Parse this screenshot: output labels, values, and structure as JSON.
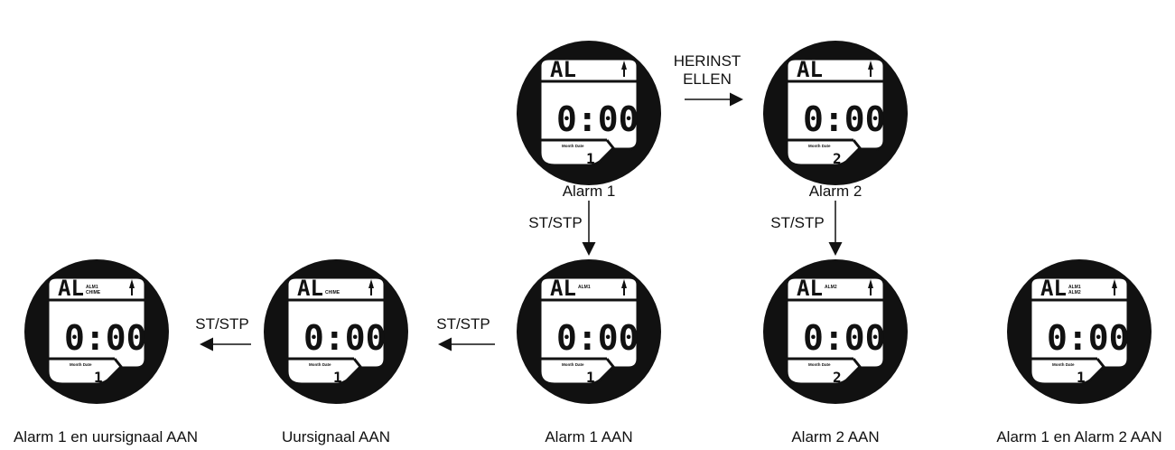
{
  "watches": [
    {
      "id": "alarm1",
      "caption": "Alarm 1",
      "mode": "AL",
      "indicator_top": "",
      "indicator_bottom": "",
      "time": "0:00",
      "subtitle": "Month Date",
      "number": "1"
    },
    {
      "id": "alarm2",
      "caption": "Alarm 2",
      "mode": "AL",
      "indicator_top": "",
      "indicator_bottom": "",
      "time": "0:00",
      "subtitle": "Month Date",
      "number": "2"
    },
    {
      "id": "alarm1-chime",
      "caption": "Alarm 1 en uursignaal AAN",
      "mode": "AL",
      "indicator_top": "ALM1",
      "indicator_bottom": "CHIME",
      "time": "0:00",
      "subtitle": "Month Date",
      "number": "1"
    },
    {
      "id": "chime",
      "caption": "Uursignaal AAN",
      "mode": "AL",
      "indicator_top": "",
      "indicator_bottom": "CHIME",
      "time": "0:00",
      "subtitle": "Month Date",
      "number": "1"
    },
    {
      "id": "alarm1-on",
      "caption": "Alarm 1 AAN",
      "mode": "AL",
      "indicator_top": "ALM1",
      "indicator_bottom": "",
      "time": "0:00",
      "subtitle": "Month Date",
      "number": "1"
    },
    {
      "id": "alarm2-on",
      "caption": "Alarm 2 AAN",
      "mode": "AL",
      "indicator_top": "ALM2",
      "indicator_bottom": "",
      "time": "0:00",
      "subtitle": "Month Date",
      "number": "2"
    },
    {
      "id": "alarm12-on",
      "caption": "Alarm 1 en Alarm 2 AAN",
      "mode": "AL",
      "indicator_top": "ALM1",
      "indicator_bottom": "ALM2",
      "time": "0:00",
      "subtitle": "Month Date",
      "number": "1"
    }
  ],
  "arrows": [
    {
      "id": "herinstellen",
      "label_line1": "HERINST",
      "label_line2": "ELLEN"
    },
    {
      "id": "ststp-alarm1-down",
      "label": "ST/STP"
    },
    {
      "id": "ststp-alarm2-down",
      "label": "ST/STP"
    },
    {
      "id": "ststp-to-chime",
      "label": "ST/STP"
    },
    {
      "id": "ststp-to-alarm1-chime",
      "label": "ST/STP"
    }
  ],
  "colors": {
    "ink": "#111111",
    "background": "#ffffff",
    "lcd": "#ffffff"
  },
  "icons": {
    "watch_face": "round-watch-icon",
    "person": "person-icon",
    "arrow": "arrow-icon"
  }
}
